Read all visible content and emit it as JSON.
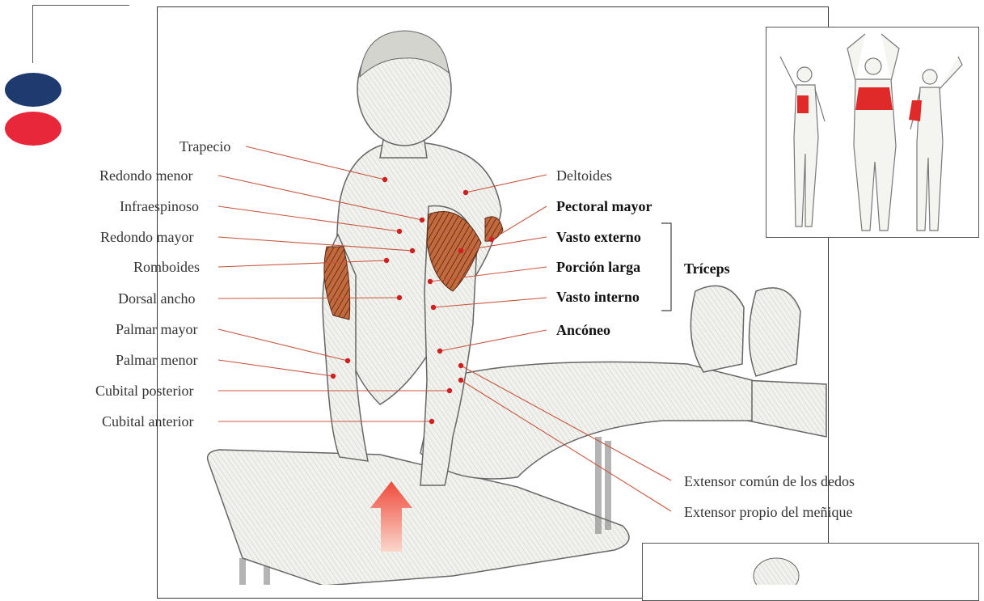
{
  "legend": {
    "primary_color": "#1e3a6e",
    "secondary_color": "#e8283a"
  },
  "labels_left": [
    "Trapecio",
    "Redondo menor",
    "Infraespinoso",
    "Redondo mayor",
    "Romboides",
    "Dorsal ancho",
    "Palmar mayor",
    "Palmar menor",
    "Cubital posterior",
    "Cubital anterior"
  ],
  "labels_right": [
    "Deltoides",
    "Pectoral mayor",
    "Vasto externo",
    "Porción larga",
    "Vasto interno",
    "Ancóneo"
  ],
  "triceps_group": "Tríceps",
  "labels_bottom": [
    "Extensor común de los dedos",
    "Extensor propio del meñique"
  ],
  "colors": {
    "leader_line": "#c8553d",
    "muscle_dot": "#d11f1f",
    "highlight_muscle": "#e02a2a",
    "triceps_muscle": "#a0552e",
    "arrow": "#ee5a4a"
  }
}
